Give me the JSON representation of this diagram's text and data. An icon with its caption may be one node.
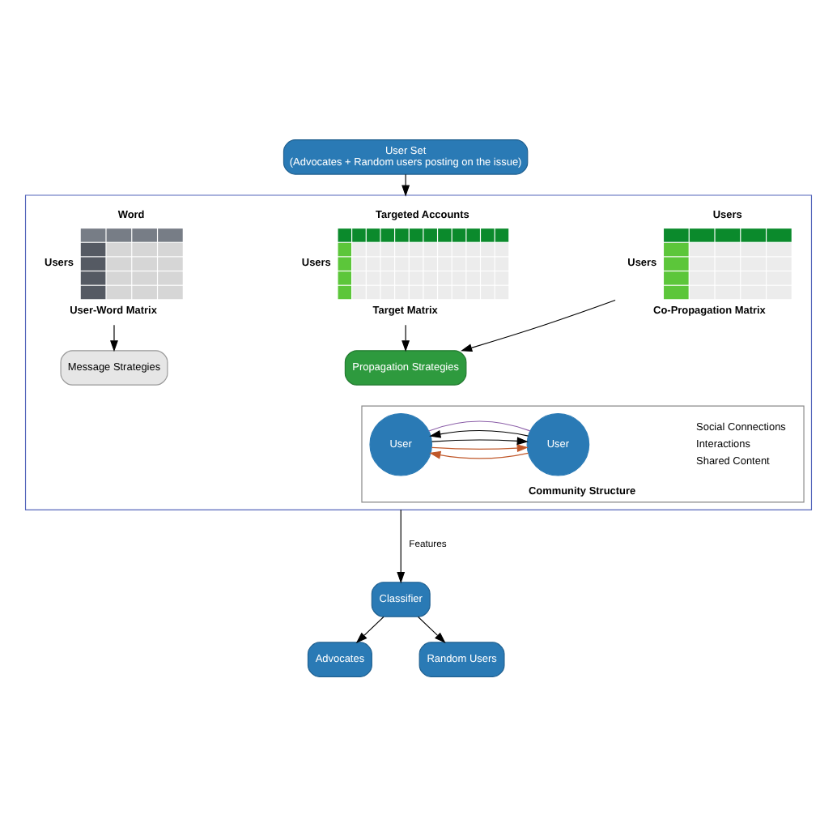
{
  "diagram": {
    "nodes": [
      {
        "text": [
          "User Set",
          "(Advocates + Random users posting on the issue)"
        ]
      },
      {
        "text": [],
        "shape": "box"
      },
      {
        "text": [
          "Word",
          "Users"
        ],
        "beside": [
          "User-Word Matrix"
        ],
        "in": 1
      },
      {
        "text": [
          "Targeted Accounts",
          "Users"
        ],
        "beside": [
          "Target Matrix"
        ],
        "in": 1
      },
      {
        "text": [
          "Users",
          "Users"
        ],
        "beside": [
          "Co-Propagation Matrix"
        ],
        "in": 1
      },
      {
        "text": [
          "Message Strategies"
        ],
        "in": 1
      },
      {
        "text": [
          "Propagation Strategies"
        ],
        "in": 1
      },
      {
        "text": [
          "Community Structure"
        ],
        "in": 1
      },
      {
        "text": [
          "User"
        ],
        "in": 7
      },
      {
        "text": [
          "User"
        ],
        "in": 7
      },
      {
        "text": [
          "Classifier"
        ]
      },
      {
        "text": [
          "Advocates"
        ]
      },
      {
        "text": [
          "Random Users"
        ]
      }
    ],
    "edges": [
      {
        "from": 0,
        "to": 1,
        "arrow": "to"
      },
      {
        "from": 2,
        "to": 5,
        "arrow": "to"
      },
      {
        "from": 3,
        "to": 6,
        "arrow": "to"
      },
      {
        "from": 4,
        "to": 6,
        "arrow": "to"
      },
      {
        "from": 9,
        "to": 8,
        "arrow": "to",
        "color": "#c0582a"
      },
      {
        "from": 8,
        "to": 9,
        "arrow": "to",
        "color": "#c0582a"
      },
      {
        "from": 8,
        "to": 9,
        "arrow": "to"
      },
      {
        "from": 9,
        "to": 8,
        "arrow": "to"
      },
      {
        "from": 8,
        "to": 9,
        "arrow": "none",
        "color": "#8b5ea8"
      },
      {
        "from": 1,
        "to": 10,
        "arrow": "to",
        "label": "Features"
      },
      {
        "from": 10,
        "to": 11,
        "arrow": "to"
      },
      {
        "from": 10,
        "to": 12,
        "arrow": "to"
      }
    ],
    "legend": [
      {
        "text": "Social Connections"
      },
      {
        "text": "Interactions"
      },
      {
        "text": "Shared Content"
      }
    ]
  }
}
